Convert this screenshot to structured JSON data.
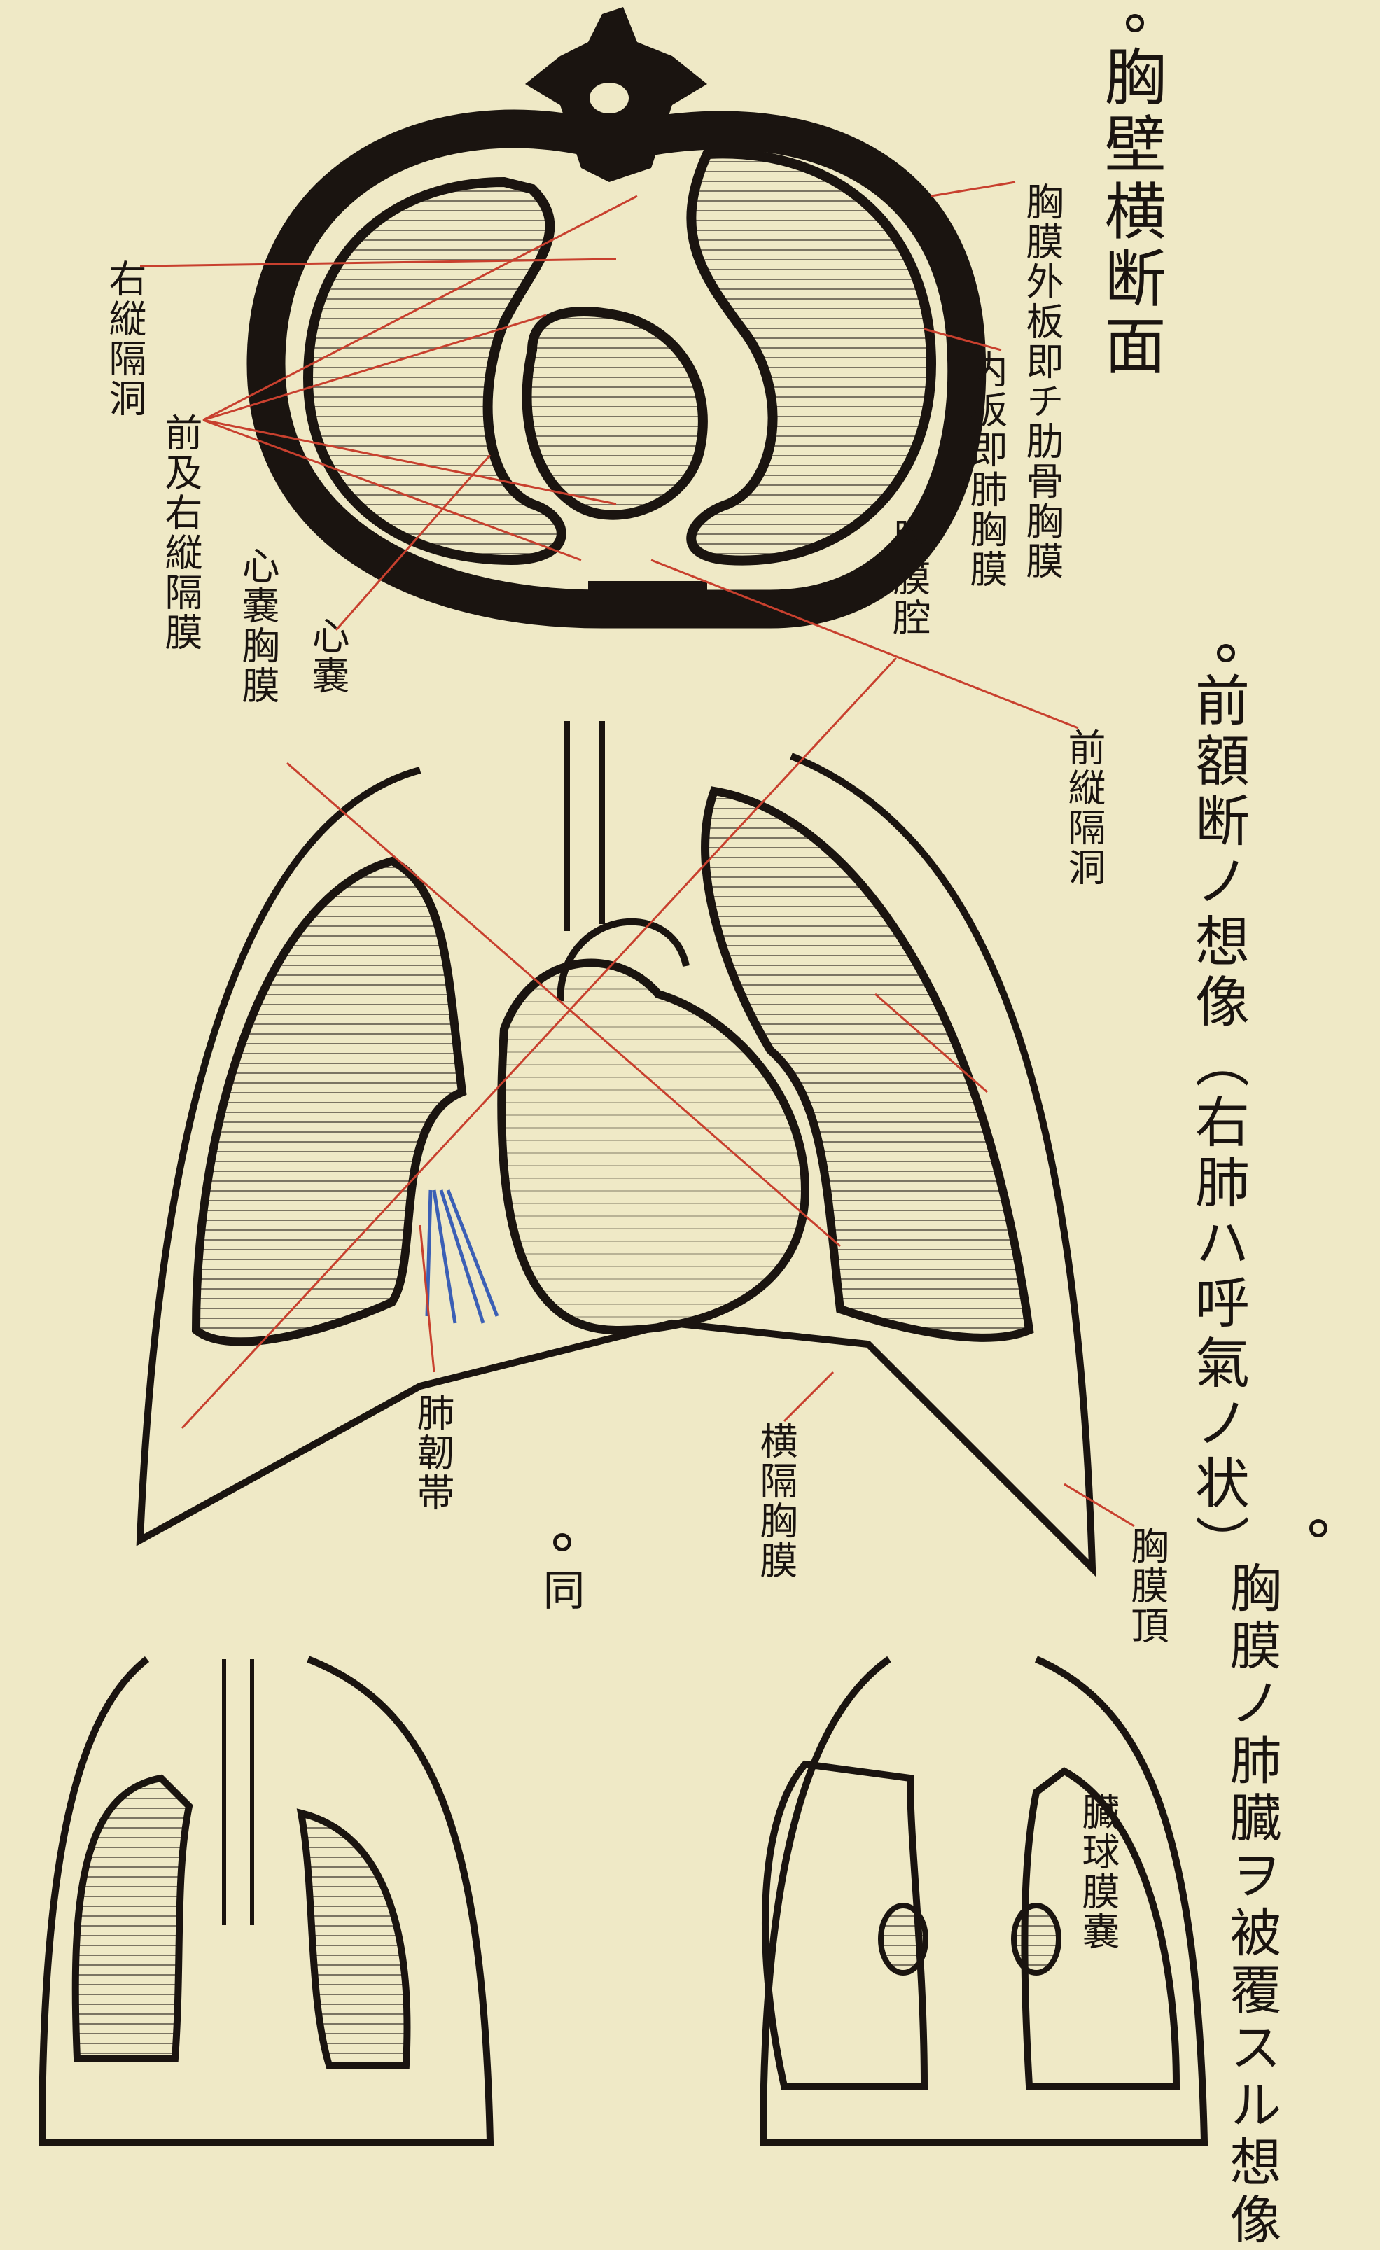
{
  "headings": {
    "cross_section": "胸壁横断面",
    "frontal_section": "前額断ノ想像（右肺ハ呼氣ノ状）",
    "same": "同",
    "covering": "胸膜ノ肺臓ヲ被覆スル想像"
  },
  "labels": {
    "pleura_outer": "胸膜外板即チ肋骨胸膜",
    "pleura_inner": "内板即肺胸膜",
    "pleural_cavity": "胸膜腔",
    "right_mediastinal_space": "右縦隔洞",
    "ant_right_mediastinal_pleura": "前及右縦隔膜",
    "pericardial_pleura": "心嚢胸膜",
    "pericardium": "心嚢",
    "anterior_mediastinal_space": "前縦隔洞",
    "pulmonary_ligament": "肺韌帯",
    "diaphragmatic_pleura": "横隔胸膜",
    "pleural_cupola": "胸膜頂",
    "visceral_sac": "臓球膜嚢"
  },
  "colors": {
    "paper": "#efe9c6",
    "ink": "#1a1410",
    "leader_lines": "#c8402e",
    "ligament": "#3b5fb5"
  }
}
